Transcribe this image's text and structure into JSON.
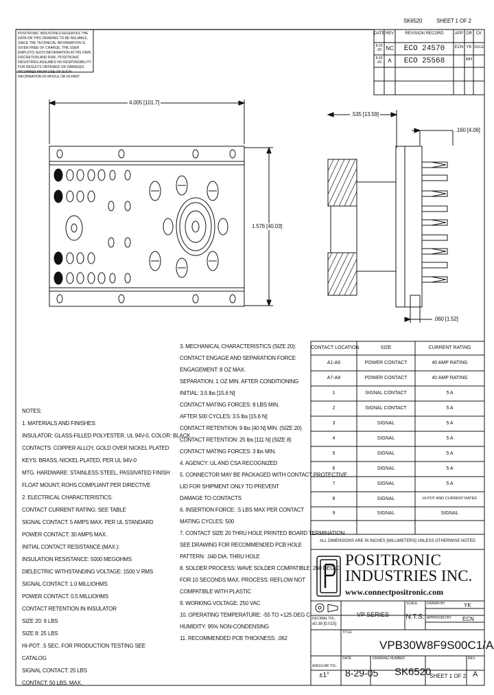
{
  "header": {
    "sheet_num_top": "SK6520",
    "sheet_of_top": "SHEET 1 OF 2"
  },
  "proprietary_note": "POSITRONIC INDUSTRIES RESERVES THE DATA ON THIS DRAWING TO BE RELIABLE, SINCE THE TECHNICAL INFORMATION IS GIVEN FREE OF CHARGE, THE USER EMPLOYS SUCH INFORMATION AT HIS OWN DISCRETION AND RISK. POSITRONIC INDUSTRIES ASSUMES NO RESPONSIBILITY FOR RESULTS OBTAINED OR DAMAGES INCURRED FROM USE OF SUCH INFORMATION IN WHOLE OR IN PART.",
  "revisions": {
    "headers": [
      "DATE",
      "REV",
      "REVISION RECORD",
      "APP",
      "DR",
      "CK"
    ],
    "rows": [
      [
        "8-29 -05",
        "NC",
        "ECO 24570",
        "ECN",
        "YK",
        "DOLE"
      ],
      [
        "8-29 -05",
        "A",
        "ECO 25568",
        "",
        "MH",
        ""
      ]
    ]
  },
  "dimensions": {
    "overall_width": "4.005 [101.7]",
    "overall_height": "1.576 [40.03]",
    "side_depth": ".535 [13.59]",
    "tail_top": ".160 [4.06]",
    "tail_bottom": ".060 [1.52]"
  },
  "notes": {
    "heading": "NOTES:",
    "lines": [
      "1. MATERIALS AND FINISHES:",
      "   INSULATOR: GLASS-FILLED POLYESTER, UL 94V-0, COLOR: BLACK",
      "   CONTACTS: COPPER ALLOY, GOLD OVER NICKEL PLATED",
      "   KEYS: BRASS, NICKEL PLATED, PER UL 94V-0",
      "   MTG. HARDWARE: STAINLESS STEEL, PASSIVATED FINISH",
      "   FLOAT MOUNT, ROHS COMPLIANT PER DIRECTIVE",
      "2. ELECTRICAL CHARACTERISTICS:",
      "   CONTACT CURRENT RATING: SEE TABLE",
      "   SIGNAL CONTACT: 5 AMPS MAX. PER UL STANDARD",
      "   POWER CONTACT: 30 AMPS MAX.",
      "   INITIAL CONTACT RESISTANCE (MAX.):",
      "   INSULATION RESISTANCE: 5000 MEGOHMS",
      "   DIELECTRIC WITHSTANDING VOLTAGE: 1500 V RMS",
      "   SIGNAL CONTACT: 1.0 MILLIOHMS",
      "   POWER CONTACT: 0.5 MILLIOHMS",
      "   CONTACT RETENTION IN INSULATOR",
      "   SIZE 20: 9 LBS",
      "   SIZE 8: 25 LBS",
      "   HI-POT: .5 SEC. FOR PRODUCTION TESTING SEE",
      "   CATALOG",
      "   SIGNAL CONTACT: 25 LBS",
      "   CONTACT: 50 LBS. MAX."
    ]
  },
  "mid_notes": {
    "lines": [
      "3. MECHANICAL CHARACTERISTICS (SIZE 20):",
      "   CONTACT ENGAGE AND SEPARATION FORCE",
      "   ENGAGEMENT: 8 OZ MAX.",
      "   SEPARATION: 1 OZ MIN. AFTER CONDITIONING",
      "   INITIAL: 3.5 lbs [15.6 N]",
      "   CONTACT MATING FORCES: 8 LBS MIN.",
      "   AFTER 500 CYCLES: 3.5 lbs [15.6 N]",
      "   CONTACT RETENTION: 9 lbs [40 N] MIN. (SIZE 20)",
      "   CONTACT RETENTION: 25 lbs [111 N] (SIZE 8)",
      "   CONTACT MATING FORCES: 3 lbs MIN.",
      "4. AGENCY: UL AND CSA RECOGNIZED",
      "5. CONNECTOR MAY BE PACKAGED WITH CONTACT PROTECTIVE",
      "   LID FOR SHIPMENT ONLY TO PREVENT",
      "   DAMAGE TO CONTACTS",
      "6. INSERTION FORCE: .5 LBS MAX PER CONTACT",
      "   MATING CYCLES: 500",
      "7. CONTACT SIZE 20 THRU HOLE PRINTED BOARD TERMINATION",
      "   SEE DRAWING FOR RECOMMENDED PCB HOLE",
      "   PATTERN: .040 DIA. THRU HOLE",
      "8. SOLDER PROCESS: WAVE SOLDER COMPATIBLE, 260 DEG C",
      "   FOR 10 SECONDS MAX.  PROCESS: REFLOW NOT",
      "   COMPATIBLE WITH PLASTIC",
      "9. WORKING VOLTAGE: 250 VAC",
      "10. OPERATING TEMPERATURE: -55 TO +125 DEG C",
      "    HUMIDITY: 95% NON-CONDENSING",
      "11. RECOMMENDED PCB THICKNESS: .062"
    ]
  },
  "contact_table": {
    "headers": [
      "CONTACT LOCATION",
      "SIZE",
      "CURRENT RATING"
    ],
    "rows": [
      [
        "A1-A6",
        "POWER CONTACT",
        "40 AMP RATING"
      ],
      [
        "A7-A8",
        "POWER CONTACT",
        "40 AMP RATING"
      ],
      [
        "1",
        "SIGNAL CONTACT",
        "5 A"
      ],
      [
        "2",
        "SIGNAL CONTACT",
        "5 A"
      ],
      [
        "3",
        "SIGNAL",
        "5 A"
      ],
      [
        "4",
        "SIGNAL",
        "5 A"
      ],
      [
        "5",
        "SIGNAL",
        "5 A"
      ],
      [
        "6",
        "SIGNAL",
        "5 A"
      ],
      [
        "7",
        "SIGNAL",
        "5 A"
      ],
      [
        "8",
        "SIGNAL",
        "HI-POT AND CURRENT RATED"
      ],
      [
        "9",
        "SIGNAL",
        "SIGNAL"
      ]
    ],
    "footnote": "ALL DIMENSIONS ARE IN INCHES [MILLIMETERS] UNLESS OTHERWISE NOTED"
  },
  "title_block": {
    "company_line1": "POSITRONIC",
    "company_line2": "INDUSTRIES INC.",
    "website": "www.connectpositronic.com",
    "scale_label": "SCALE",
    "scale_value": "N.T.S.",
    "drawn_by_label": "DRAWN BY",
    "drawn_by_value": "YK",
    "approved_label": "APPROVED BY",
    "approved_value": "ECN",
    "series": "VP SERIES",
    "tol_label": "DECIMAL TOL.",
    "tol_value": "±0.38 [0.015]",
    "title_label": "TITLE",
    "part_number": "VPB30W8F9S00C1/AA",
    "angle_tol_label": "ANGULAR TOL.",
    "angle_tol_value": "±1°",
    "date_label": "DATE",
    "date_value": "8-29-05",
    "drawing_number_label": "DRAWING NUMBER",
    "drawing_number": "SK6520",
    "sheet": "SHEET 1 OF 2",
    "rev_label": "REV.",
    "rev_value": "A"
  }
}
